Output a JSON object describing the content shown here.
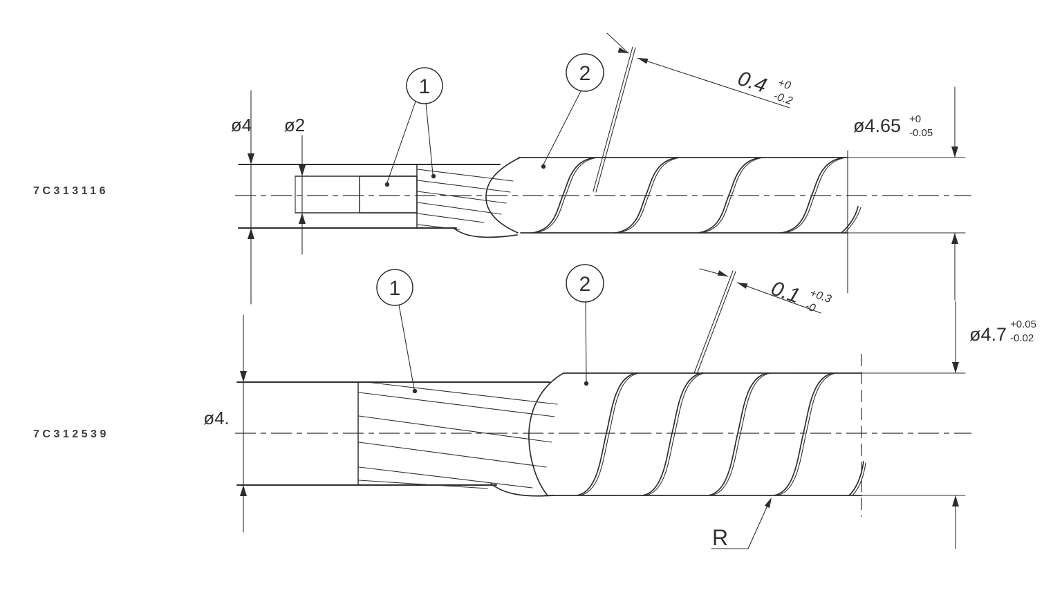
{
  "drawing": {
    "colors": {
      "line": "#2d2d2d",
      "background": "#ffffff"
    },
    "top_view": {
      "part_number": "7C313116",
      "balloon_1": "1",
      "balloon_2": "2",
      "dia_jacket": "ø4",
      "dia_conductor": "ø2",
      "wrap_thickness": {
        "value": "0.4",
        "tol_plus": "+0",
        "tol_minus": "-0.2"
      },
      "outer_dia": {
        "value": "ø4.65",
        "tol_plus": "+0",
        "tol_minus": "-0.05"
      }
    },
    "bottom_view": {
      "part_number": "7C312539",
      "balloon_1": "1",
      "balloon_2": "2",
      "dia_core": "ø4.",
      "wrap_thickness": {
        "value": "0.1",
        "tol_plus": "+0.3",
        "tol_minus": "-0"
      },
      "outer_dia": {
        "value": "ø4.7",
        "tol_plus": "+0.05",
        "tol_minus": "-0.02"
      },
      "radius_label": "R"
    }
  }
}
